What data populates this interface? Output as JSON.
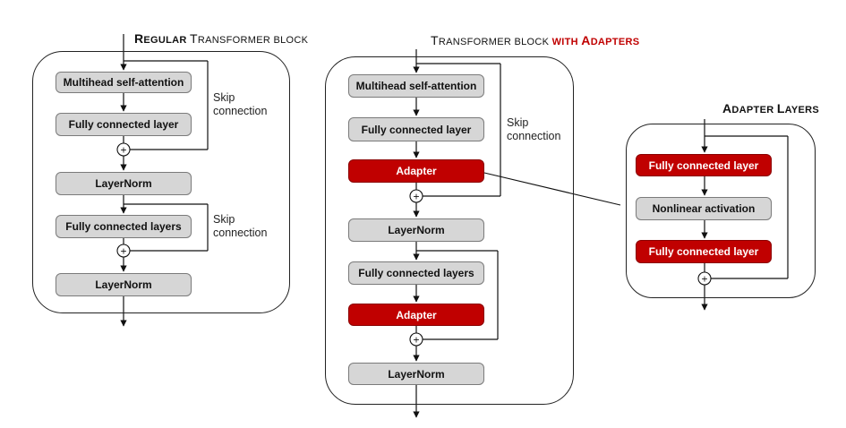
{
  "panels": {
    "regular": {
      "title_initial_1": "R",
      "title_rest_1": "EGULAR",
      "title_initial_2": "T",
      "title_rest_2": "RANSFORMER BLOCK",
      "boxes": [
        "Multihead self-attention",
        "Fully connected layer",
        "LayerNorm",
        "Fully connected layers",
        "LayerNorm"
      ],
      "skip_label_1": [
        "Skip",
        "connection"
      ],
      "skip_label_2": [
        "Skip",
        "connection"
      ]
    },
    "adapters": {
      "title_initial_1": "T",
      "title_rest_1": "RANSFORMER BLOCK",
      "title_red_word": "WITH",
      "title_initial_2": "A",
      "title_rest_2": "DAPTERS",
      "boxes": [
        "Multihead self-attention",
        "Fully connected layer",
        "Adapter",
        "LayerNorm",
        "Fully connected layers",
        "Adapter",
        "LayerNorm"
      ],
      "skip_label": [
        "Skip",
        "connection"
      ]
    },
    "adapter_layers": {
      "title_initial_1": "A",
      "title_rest_1": "DAPTER",
      "title_initial_2": "L",
      "title_rest_2": "AYERS",
      "boxes": [
        "Fully connected layer",
        "Nonlinear activation",
        "Fully connected layer"
      ]
    }
  },
  "plus_symbol": "+",
  "colors": {
    "box_gray": "#d6d6d6",
    "adapter_red": "#c00000",
    "title_red": "#c00000",
    "line": "#111111"
  }
}
